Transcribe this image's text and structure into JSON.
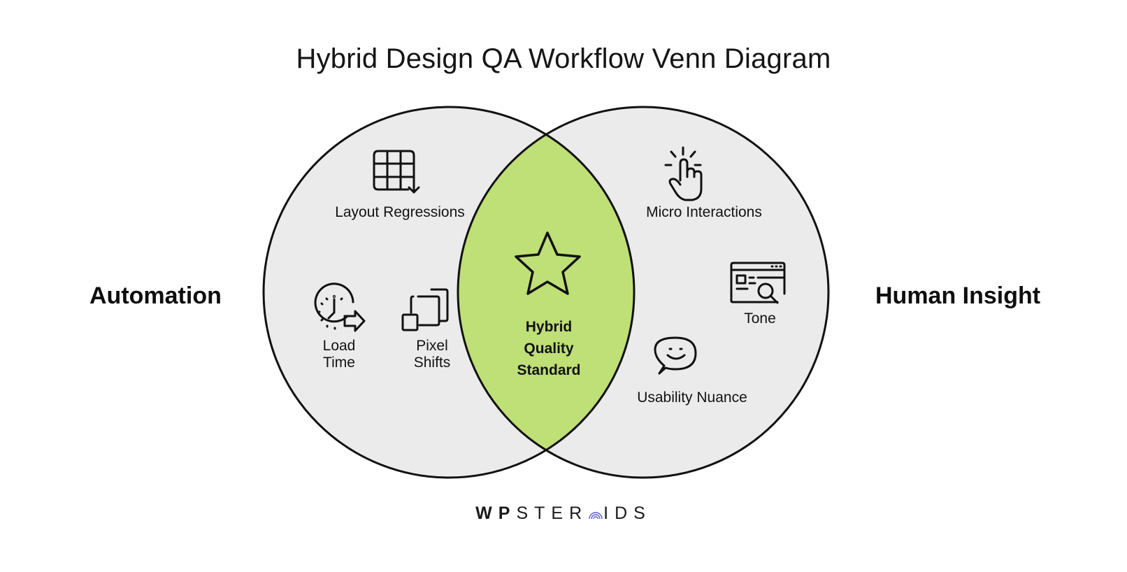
{
  "title": "Hybrid Design QA Workflow Venn Diagram",
  "sets": {
    "left": {
      "label": "Automation",
      "items": [
        {
          "label": "Layout Regressions",
          "icon": "grid-download-icon"
        },
        {
          "label_line1": "Load",
          "label_line2": "Time",
          "icon": "clock-arrow-icon"
        },
        {
          "label_line1": "Pixel",
          "label_line2": "Shifts",
          "icon": "overlapping-squares-icon"
        }
      ]
    },
    "right": {
      "label": "Human Insight",
      "items": [
        {
          "label": "Micro Interactions",
          "icon": "pointer-click-icon"
        },
        {
          "label": "Tone",
          "icon": "browser-search-icon"
        },
        {
          "label": "Usability Nuance",
          "icon": "smiley-chat-icon"
        }
      ]
    },
    "intersection": {
      "line1": "Hybrid",
      "line2": "Quality",
      "line3": "Standard",
      "icon": "star-icon"
    }
  },
  "brand": {
    "bold": "WP",
    "pre": "STER",
    "post": "IDS"
  },
  "colors": {
    "circle_fill": "#ebebeb",
    "intersection_fill": "#bfdf77",
    "outline": "#111111",
    "brand_accent": "#5b5bd6"
  }
}
